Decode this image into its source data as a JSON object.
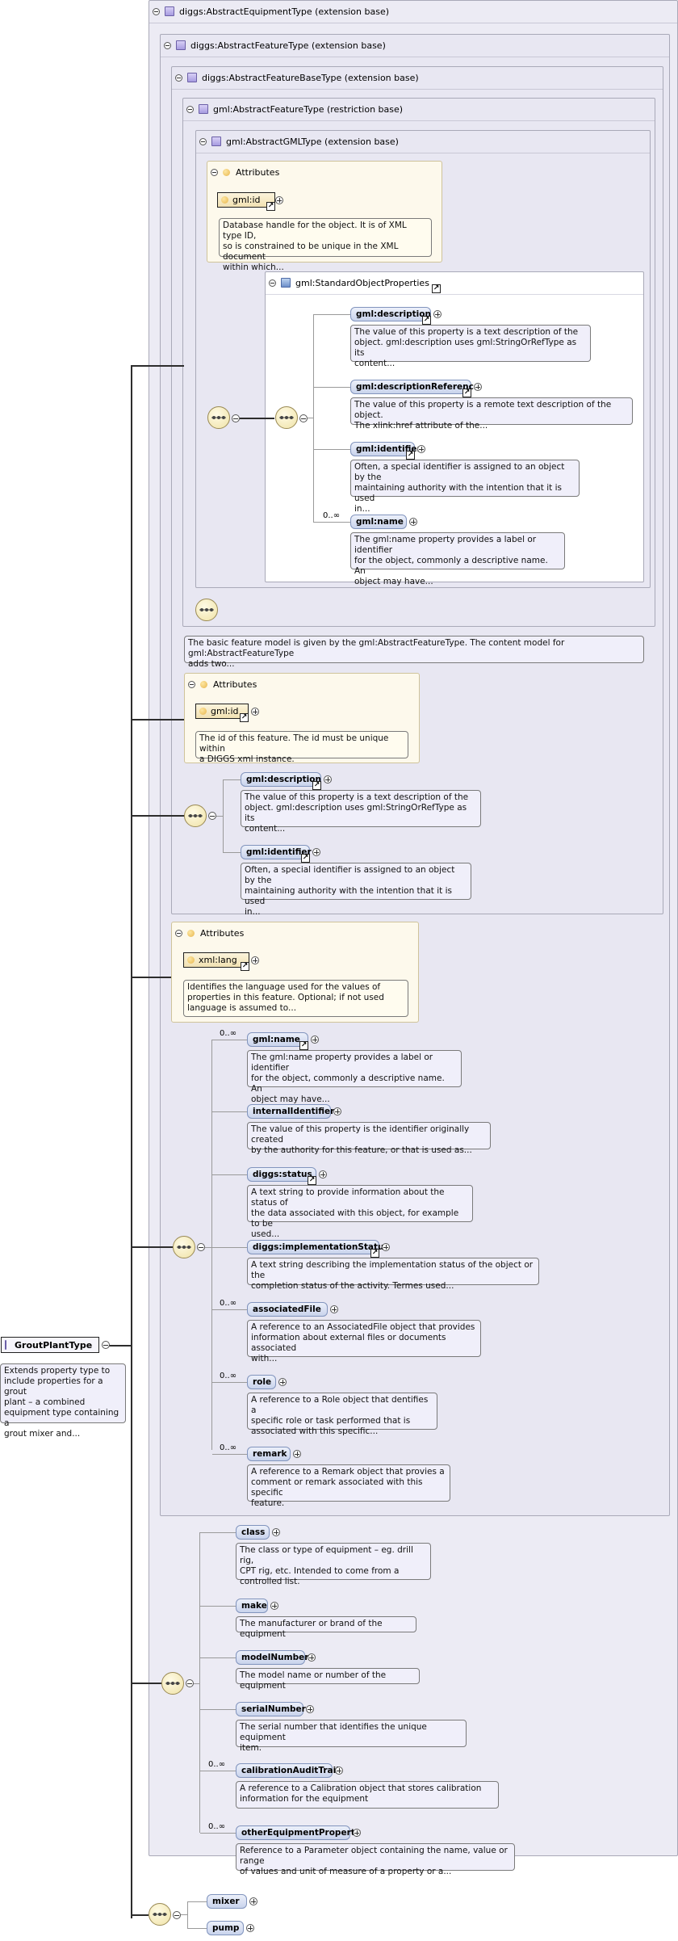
{
  "root": {
    "name": "GroutPlantType",
    "doc": "Extends property type to\ninclude properties for a grout\nplant – a combined\nequipment type containing a\ngrout mixer and..."
  },
  "ext_abstract_equipment": "diggs:AbstractEquipmentType (extension base)",
  "ext_abstract_feature": "diggs:AbstractFeatureType (extension base)",
  "ext_abstract_feature_base": "diggs:AbstractFeatureBaseType (extension base)",
  "ext_gml_feature": "gml:AbstractFeatureType (restriction base)",
  "ext_gml_gml": "gml:AbstractGMLType (extension base)",
  "attrs_label": "Attributes",
  "gml_group": {
    "attr_name": "gml:id",
    "attr_doc": "Database handle for the object. It is of XML type ID,\nso is constrained to be unique in the XML document\nwithin which...",
    "std_props": "gml:StandardObjectProperties",
    "items": [
      {
        "name": "gml:description",
        "doc": "The value of this property is a text description of the\nobject. gml:description uses gml:StringOrRefType as its\ncontent...",
        "mult": ""
      },
      {
        "name": "gml:descriptionReference",
        "doc": "The value of this property is a remote text description of the object.\nThe xlink:href attribute of the...",
        "mult": ""
      },
      {
        "name": "gml:identifier",
        "doc": "Often, a special identifier is assigned to an object by the\nmaintaining authority with the intention that it is used\nin...",
        "mult": ""
      },
      {
        "name": "gml:name",
        "doc": "The gml:name property provides a label or identifier\nfor the object, commonly a descriptive name. An\nobject may have...",
        "mult": "0..∞"
      }
    ]
  },
  "feature_base_doc": "The basic feature model is given by the gml:AbstractFeatureType. The content model for gml:AbstractFeatureType\nadds two...",
  "feature_base": {
    "attr_name": "gml:id",
    "attr_doc": "The id of this feature. The id must be unique within\na DIGGS xml instance.",
    "items": [
      {
        "name": "gml:description",
        "doc": "The value of this property is a text description of the\nobject. gml:description uses gml:StringOrRefType as its\ncontent..."
      },
      {
        "name": "gml:identifier",
        "doc": "Often, a special identifier is assigned to an object by the\nmaintaining authority with the intention that it is used\nin..."
      }
    ]
  },
  "feature": {
    "attr_name": "xml:lang",
    "attr_doc": "Identifies the language used for the values of\nproperties in this feature. Optional; if not used\nlanguage is assumed to...",
    "items": [
      {
        "name": "gml:name",
        "doc": "The gml:name property provides a label or identifier\nfor the object, commonly a descriptive name. An\nobject may have...",
        "mult": "0..∞"
      },
      {
        "name": "internalIdentifier",
        "doc": "The value of this property is the identifier originally created\nby the authority for this feature, or that is used as...",
        "mult": ""
      },
      {
        "name": "diggs:status",
        "doc": "A text string to provide information about the status of\nthe data associated with this object, for example to be\nused...",
        "mult": ""
      },
      {
        "name": "diggs:implementationStatus",
        "doc": "A text string describing the implementation status of the object or the\ncompletion status of the activity. Termes used...",
        "mult": ""
      },
      {
        "name": "associatedFile",
        "doc": "A reference to an AssociatedFile object that provides\ninformation about external files or documents associated\nwith...",
        "mult": "0..∞"
      },
      {
        "name": "role",
        "doc": "A reference to a Role object that dentifies a\nspecific role or task performed that is\nassociated with this specific...",
        "mult": "0..∞"
      },
      {
        "name": "remark",
        "doc": "A reference to a Remark object that provies a\ncomment or remark associated with this specific\nfeature.",
        "mult": "0..∞"
      }
    ]
  },
  "equipment": {
    "items": [
      {
        "name": "class",
        "doc": "The class or type of equipment – eg. drill rig,\nCPT rig, etc. Intended to come from a\ncontrolled list.",
        "mult": ""
      },
      {
        "name": "make",
        "doc": "The manufacturer or brand of the equipment",
        "mult": ""
      },
      {
        "name": "modelNumber",
        "doc": "The model name or number of the equipment",
        "mult": ""
      },
      {
        "name": "serialNumber",
        "doc": "The serial number that identifies the unique equipment\nitem.",
        "mult": ""
      },
      {
        "name": "calibrationAuditTrail",
        "doc": "A reference to a Calibration object that stores calibration\ninformation for the equipment",
        "mult": "0..∞"
      },
      {
        "name": "otherEquipmentProperty",
        "doc": "Reference to a Parameter object containing the name, value or range\nof values and unit of measure of a property or a...",
        "mult": "0..∞"
      }
    ]
  },
  "grout": {
    "items": [
      {
        "name": "mixer"
      },
      {
        "name": "pump"
      }
    ]
  }
}
